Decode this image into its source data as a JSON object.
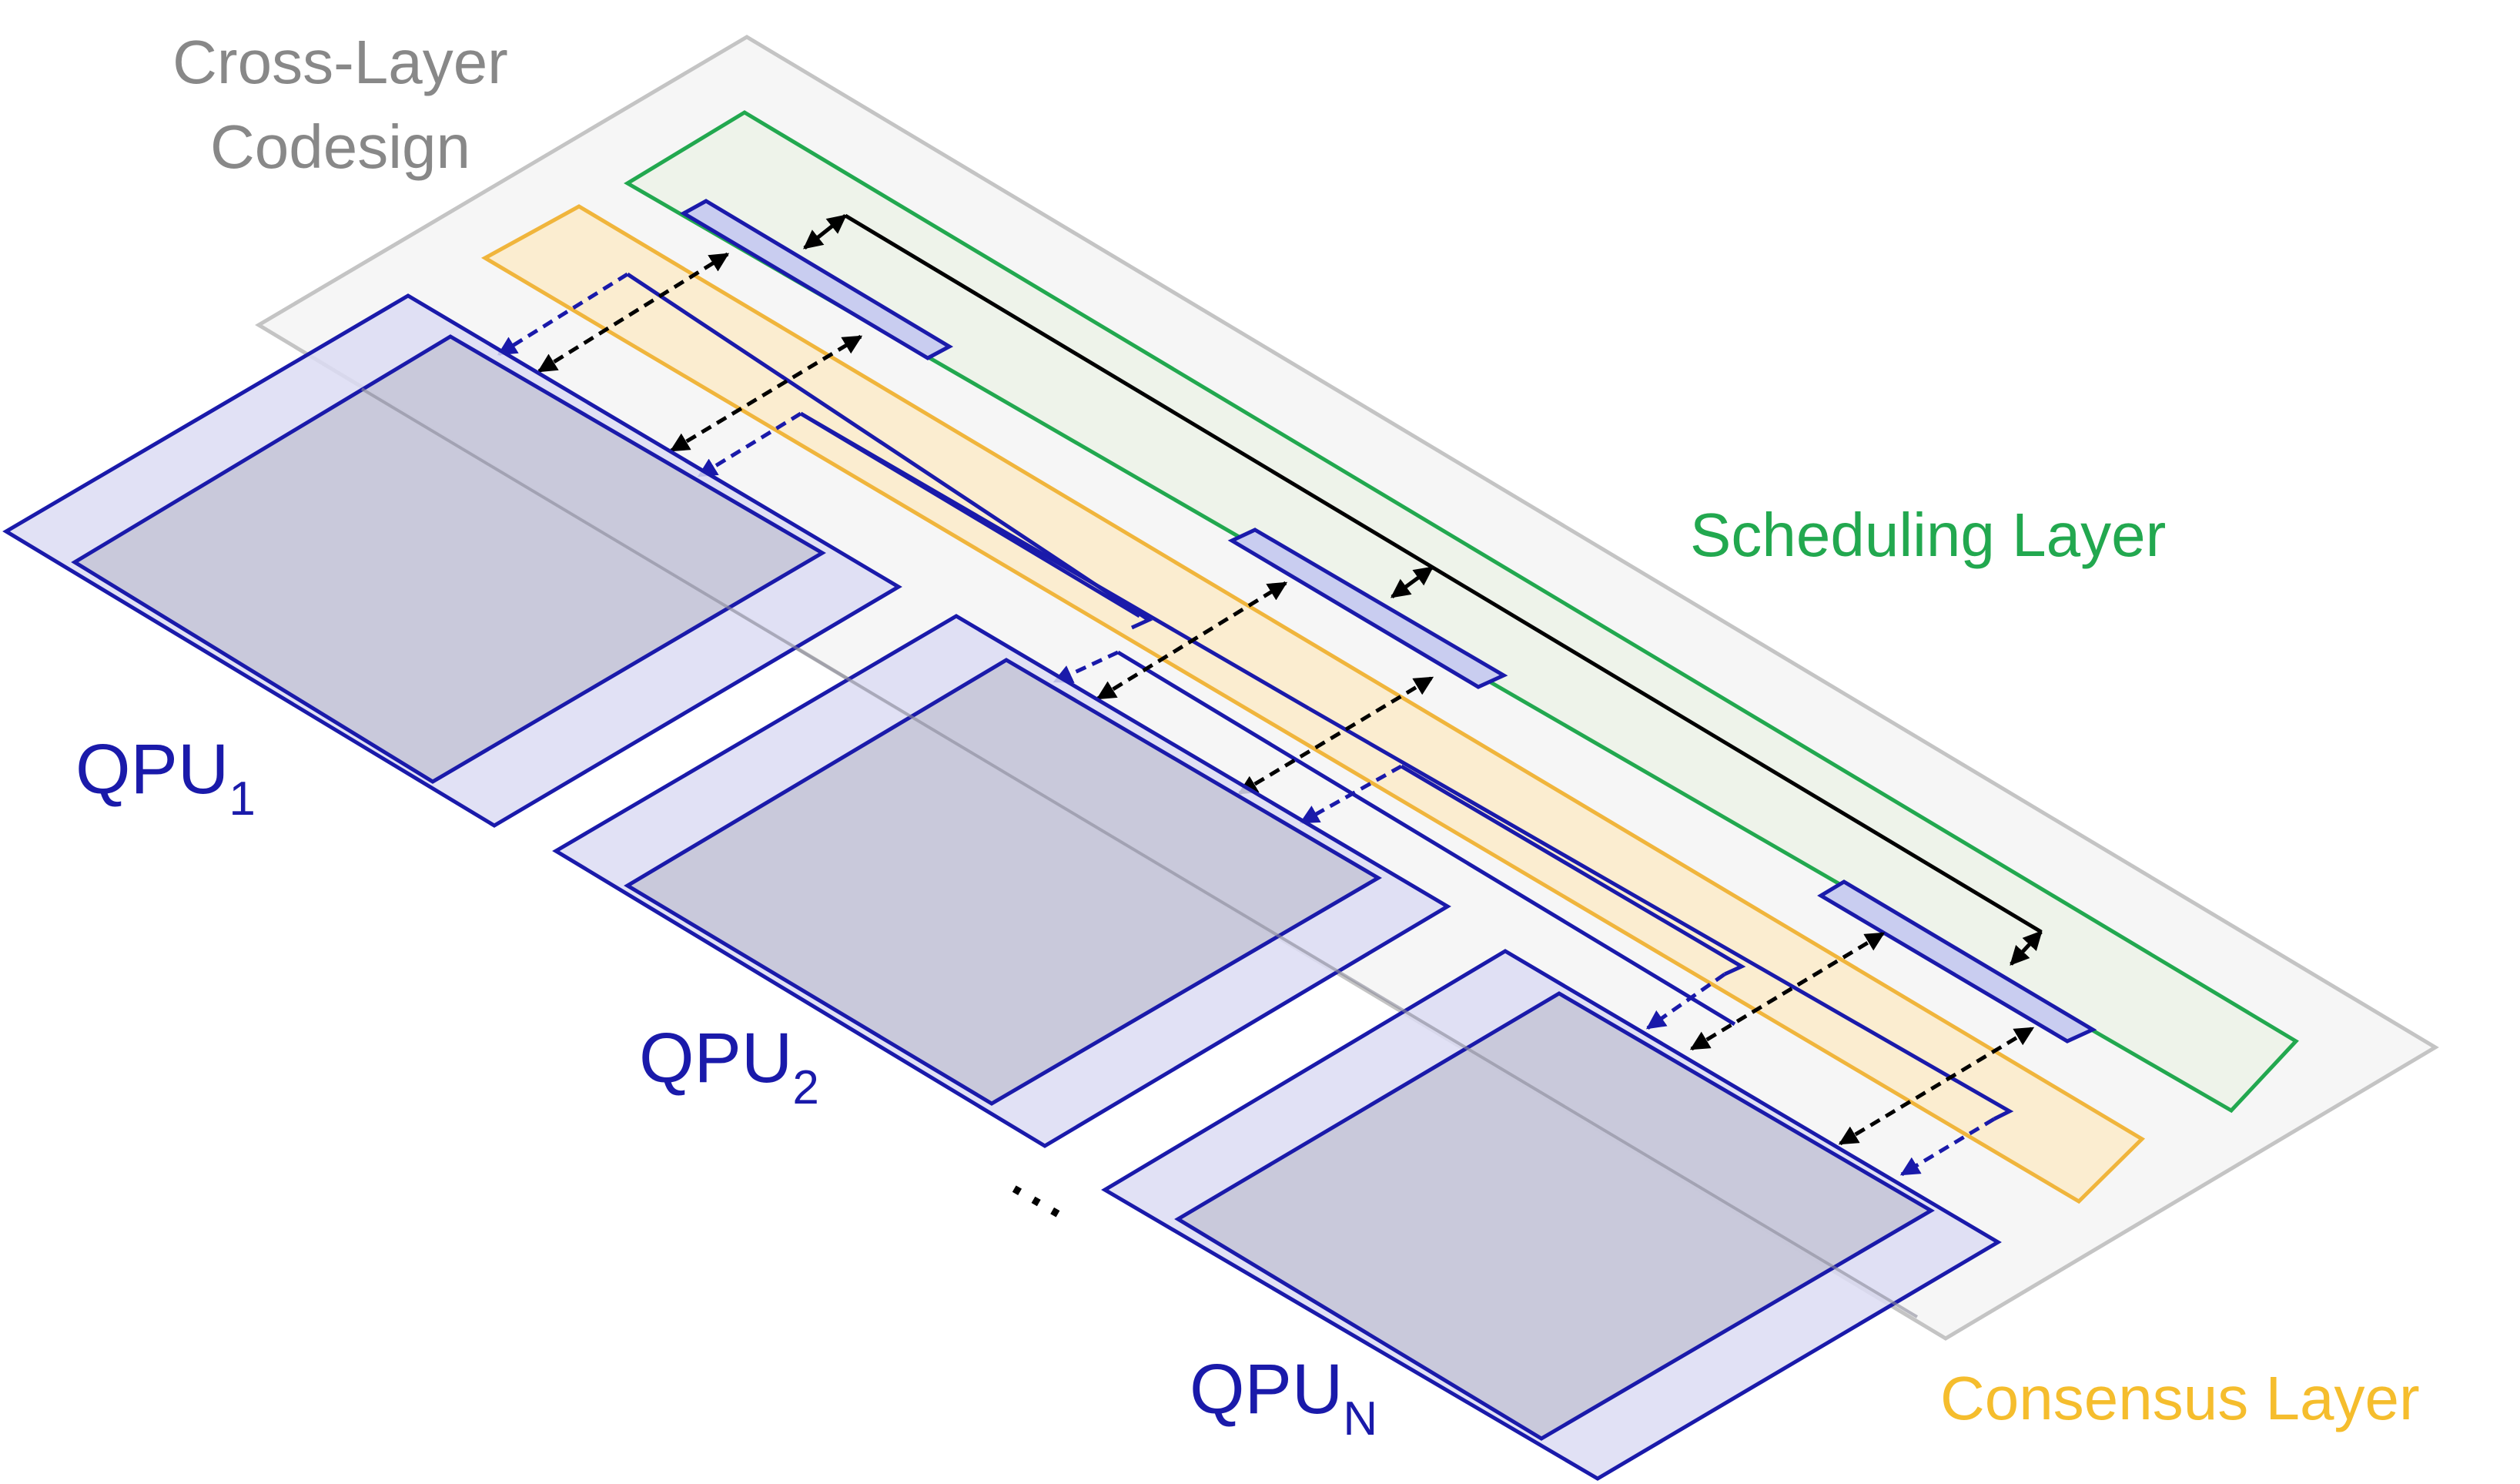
{
  "labels": {
    "cross_layer_line1": "Cross-Layer",
    "cross_layer_line2": "Codesign",
    "scheduling": "Scheduling Layer",
    "consensus": "Consensus Layer",
    "qpu_base": "QPU",
    "qpu1_sub": "1",
    "qpu2_sub": "2",
    "qpuN_sub": "N",
    "ellipsis": "…"
  },
  "colors": {
    "codesign_fill": "#f6f6f6",
    "codesign_stroke": "#c4c4c4",
    "codesign_text": "#888888",
    "scheduling_fill": "#eef3ea",
    "scheduling_stroke": "#22a84f",
    "consensus_fill": "#fbedd0",
    "consensus_stroke": "#f0b53c",
    "consensus_text": "#f5bd2d",
    "qpu_stroke": "#1a1aaa",
    "qpu_outer_fill": "#dcdcf3",
    "qpu_inner_fill": "#c6c6d8",
    "qpu_text": "#1a1aaa",
    "arrow_black": "#000000",
    "arrow_blue": "#1a1aaa"
  }
}
